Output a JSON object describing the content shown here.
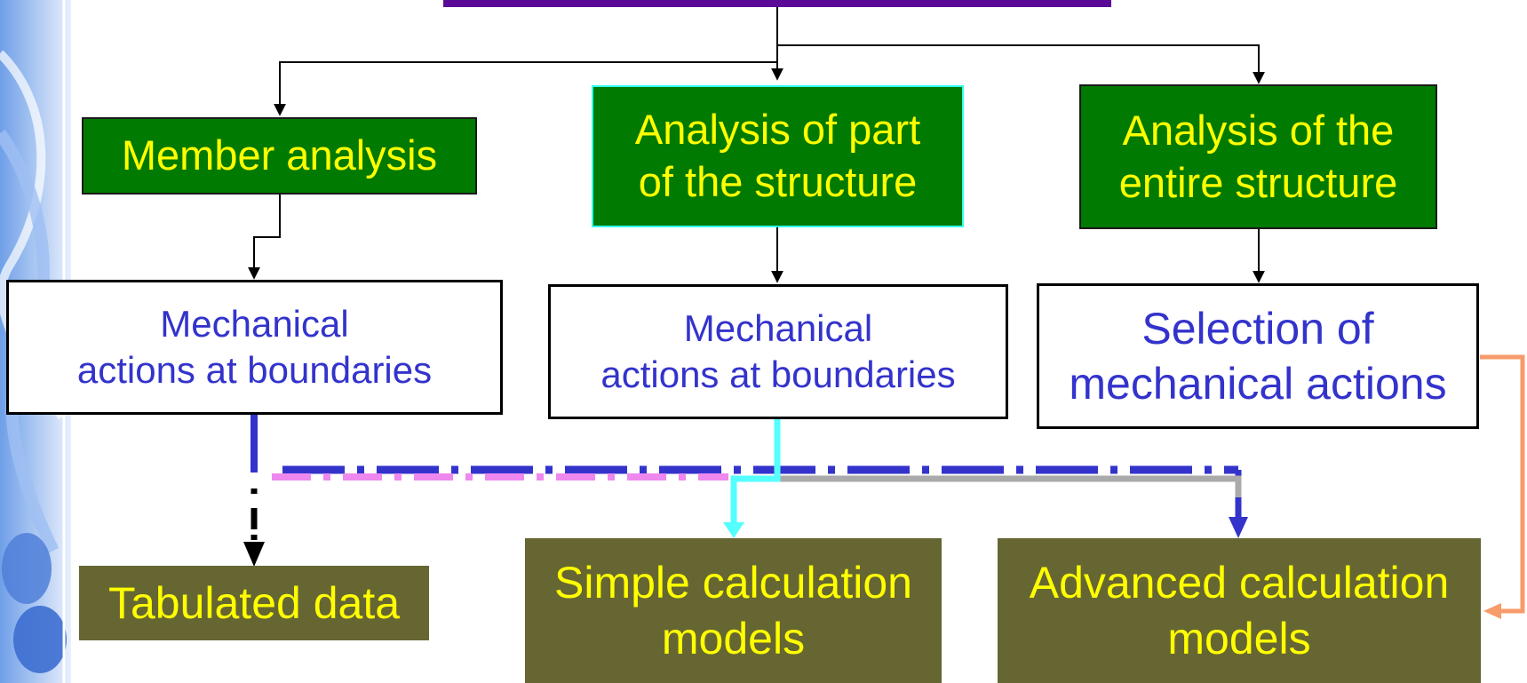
{
  "colors": {
    "header_bar": "#5a0a96",
    "green_box": "#007a00",
    "green_text": "#ffff00",
    "white_box_text": "#3333cc",
    "olive_box": "#666633",
    "olive_text": "#ffff00",
    "dash_dot_blue": "#3333cc",
    "dash_pink": "#ee88ee",
    "cyan_link": "#55ffff",
    "gray_link": "#aaaaaa",
    "orange_link": "#f79b6b"
  },
  "level1": {
    "member": "Member analysis",
    "part": "Analysis of part\nof the structure",
    "entire": "Analysis of the\nentire structure"
  },
  "level2": {
    "member_actions": "Mechanical\nactions at boundaries",
    "part_actions": "Mechanical\nactions at boundaries",
    "entire_selection": "Selection of\nmechanical actions"
  },
  "level3": {
    "tabulated": "Tabulated data",
    "simple": "Simple calculation\nmodels",
    "advanced": "Advanced calculation\nmodels"
  }
}
